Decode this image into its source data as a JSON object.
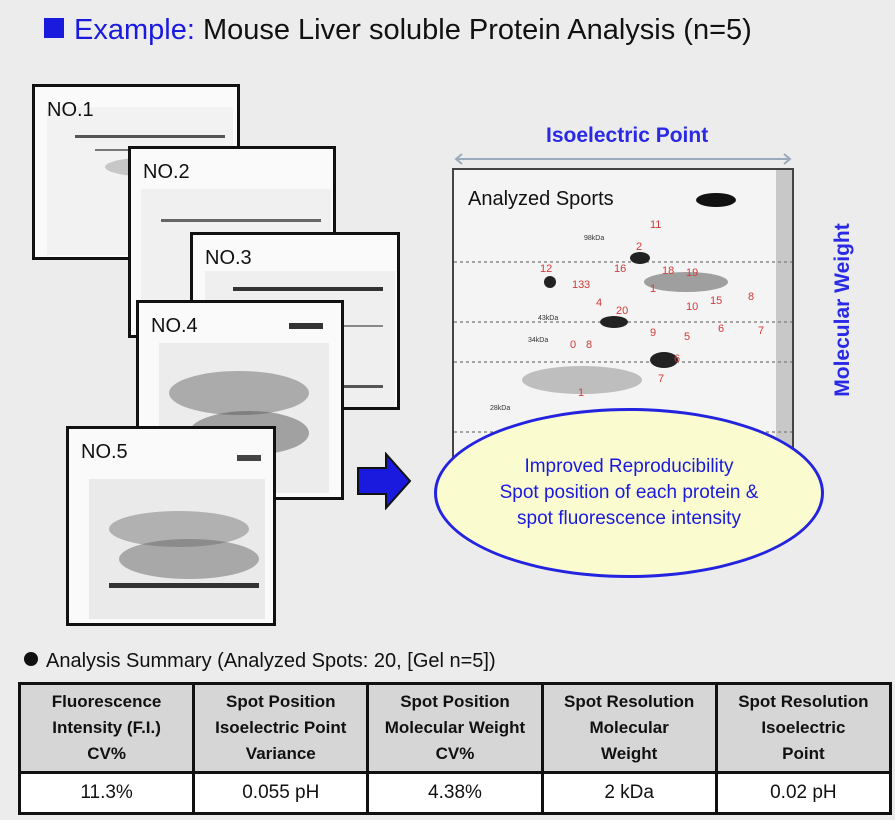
{
  "title": {
    "prefix": "Example:",
    "text": "Mouse Liver soluble Protein Analysis (n=5)"
  },
  "gels": [
    "NO.1",
    "NO.2",
    "NO.3",
    "NO.4",
    "NO.5"
  ],
  "analyzed": {
    "label": "Analyzed Sports",
    "x_axis": "Isoelectric Point",
    "y_axis": "Molecular Weight",
    "spot_numbers": [
      "11",
      "2",
      "12",
      "16",
      "18",
      "19",
      "13",
      "1",
      "3",
      "4",
      "20",
      "10",
      "15",
      "9",
      "5",
      "6",
      "8",
      "0",
      "7",
      "1",
      "8",
      "6",
      "7"
    ],
    "marker_labels": [
      "98kDa",
      "43kDa",
      "34kDa",
      "28kDa"
    ]
  },
  "callout": [
    "Improved Reproducibility",
    "Spot position of each protein &",
    "spot fluorescence intensity"
  ],
  "summary": {
    "title": "Analysis Summary (Analyzed Spots: 20, [Gel n=5])"
  },
  "table": {
    "headers": [
      [
        "Fluorescence",
        "Intensity (F.I.)",
        "CV%"
      ],
      [
        "Spot Position",
        "Isoelectric Point",
        "Variance"
      ],
      [
        "Spot Position",
        "Molecular Weight",
        "CV%"
      ],
      [
        "Spot Resolution",
        "Molecular",
        "Weight"
      ],
      [
        "Spot Resolution",
        "Isoelectric",
        "Point"
      ]
    ],
    "values": [
      "11.3%",
      "0.055 pH",
      "4.38%",
      "2 kDa",
      "0.02 pH"
    ]
  },
  "colors": {
    "accent": "#1a1adf",
    "callout_fill": "#fbfbd0",
    "spot_label": "#d23a3a"
  }
}
